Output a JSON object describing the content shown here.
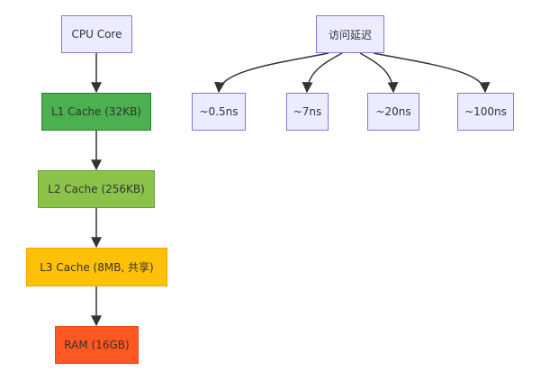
{
  "nodes": {
    "cpu_core": "CPU Core",
    "l1": "L1 Cache (32KB)",
    "l2": "L2 Cache (256KB)",
    "l3": "L3 Cache (8MB, 共享)",
    "ram": "RAM (16GB)",
    "latency": "访问延迟",
    "lat_05": "~0.5ns",
    "lat_7": "~7ns",
    "lat_20": "~20ns",
    "lat_100": "~100ns"
  },
  "edges": [
    {
      "from": "cpu_core",
      "to": "l1"
    },
    {
      "from": "l1",
      "to": "l2"
    },
    {
      "from": "l2",
      "to": "l3"
    },
    {
      "from": "l3",
      "to": "ram"
    },
    {
      "from": "latency",
      "to": "lat_05"
    },
    {
      "from": "latency",
      "to": "lat_7"
    },
    {
      "from": "latency",
      "to": "lat_20"
    },
    {
      "from": "latency",
      "to": "lat_100"
    }
  ],
  "colors": {
    "default_fill": "#ECECFF",
    "default_stroke": "#9370DB",
    "edge": "#333333",
    "l1_fill": "#4CAF50",
    "l2_fill": "#8BC34A",
    "l3_fill": "#FFC107",
    "ram_fill": "#FF5722"
  }
}
